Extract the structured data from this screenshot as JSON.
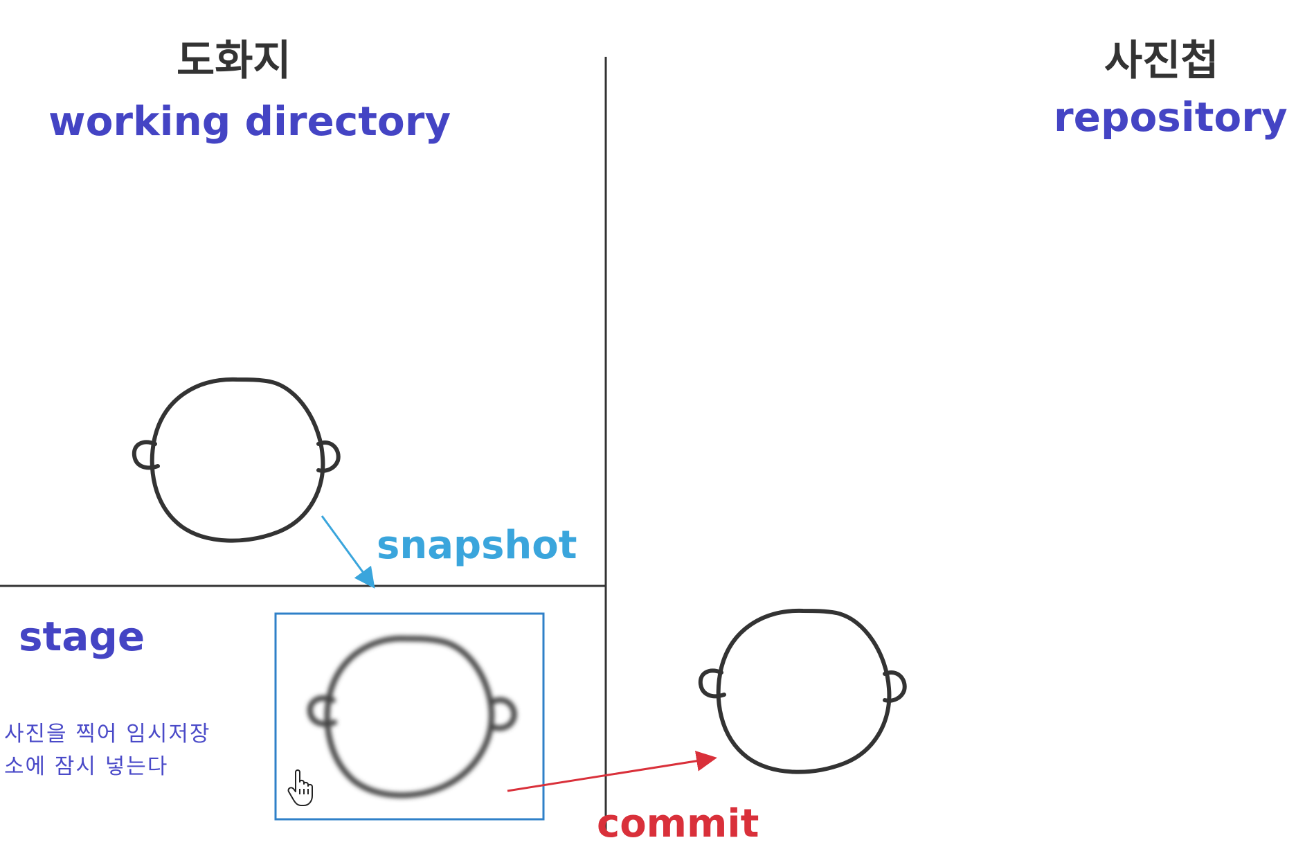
{
  "working_directory": {
    "title_ko": "도화지",
    "title_en": "working directory"
  },
  "repository": {
    "title_ko": "사진첩",
    "title_en": "repository"
  },
  "stage": {
    "title": "stage",
    "note_line1": "사진을 찍어 임시저장",
    "note_line2": "소에 잠시 넣는다"
  },
  "arrows": {
    "snapshot_label": "snapshot",
    "commit_label": "commit"
  },
  "colors": {
    "title_blue": "#4444c4",
    "snapshot_blue": "#3aa5dc",
    "commit_red": "#d9303a",
    "stage_box_border": "#2f80c8",
    "line_dark": "#333333"
  }
}
